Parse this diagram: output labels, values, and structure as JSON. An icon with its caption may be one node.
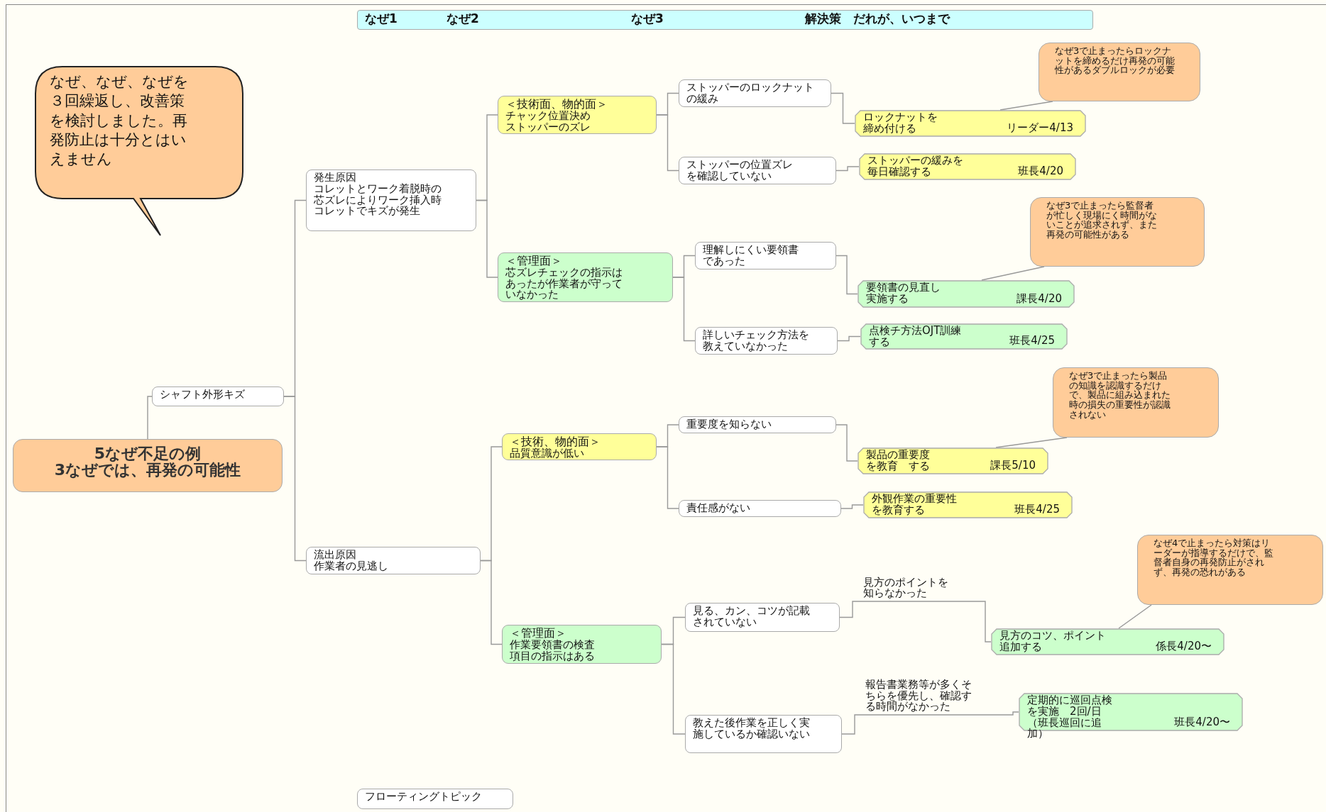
{
  "diagram": {
    "nodes": [
      {
        "text": [
          "なぜ1",
          "なぜ2",
          "なぜ3",
          "解決策　だれが、いつまで"
        ]
      },
      {
        "text": [
          "なぜ、なぜ、なぜを３回繰返し、改善策を検討しました。再発防止は十分とはいえません"
        ]
      },
      {
        "text": [
          "5なぜ不足の例",
          "3なぜでは、再発の可能性"
        ]
      },
      {
        "text": [
          "シャフト外形キズ"
        ]
      },
      {
        "text": [
          "発生原因",
          "コレットとワーク着脱時の芯ズレによりワーク挿入時コレットでキズが発生"
        ]
      },
      {
        "text": [
          "流出原因",
          "作業者の見逃し"
        ]
      },
      {
        "text": [
          "＜技術面、物的面＞",
          "チャック位置決めストッパーのズレ"
        ]
      },
      {
        "text": [
          "＜管理面＞",
          "芯ズレチェックの指示はあったが作業者が守っていなかった"
        ]
      },
      {
        "text": [
          "＜技術、物的面＞",
          "品質意識が低い"
        ]
      },
      {
        "text": [
          "＜管理面＞",
          "作業要領書の検査項目の指示はある"
        ]
      },
      {
        "text": [
          "ストッパーのロックナットの緩み"
        ]
      },
      {
        "text": [
          "ストッパーの位置ズレを確認していない"
        ]
      },
      {
        "text": [
          "理解しにくい要領書であった"
        ]
      },
      {
        "text": [
          "詳しいチェック方法を教えていなかった"
        ]
      },
      {
        "text": [
          "重要度を知らない"
        ]
      },
      {
        "text": [
          "責任感がない"
        ]
      },
      {
        "text": [
          "見る、カン、コツが記載されていない"
        ]
      },
      {
        "text": [
          "教えた後作業を正しく実施しているか確認いない"
        ]
      },
      {
        "text": [
          "ロックナットを締め付ける",
          "リーダー4/13"
        ]
      },
      {
        "text": [
          "ストッパーの緩みを毎日確認する",
          "班長4/20"
        ]
      },
      {
        "text": [
          "要領書の見直し実施する",
          "課長4/20"
        ]
      },
      {
        "text": [
          "点検チ方法OJT訓練する",
          "班長4/25"
        ]
      },
      {
        "text": [
          "製品の重要度を教育　する",
          "課長5/10"
        ]
      },
      {
        "text": [
          "外観作業の重要性を教育する",
          "班長4/25"
        ]
      },
      {
        "text": [
          "見方のコツ、ポイント追加する",
          "係長4/20〜"
        ]
      },
      {
        "text": [
          "定期的に巡回点検を実施　2回/日（班長巡回に追加）",
          "班長4/20〜"
        ]
      },
      {
        "text": [
          "なぜ3で止まったらロックナットを締めるだけ再発の可能性があるダブルロックが必要"
        ]
      },
      {
        "text": [
          "なぜ3で止まったら監督者が忙しく現場にく時間がないことが追求されず、また再発の可能性がある"
        ]
      },
      {
        "text": [
          "なぜ3で止まったら製品の知識を認識するだけで、製品に組み込まれた時の損失の重要性が認識されない"
        ]
      },
      {
        "text": [
          "なぜ4で止まったら対策はリーダーが指導するだけで、監督者自身の再発防止がされず、再発の恐れがある"
        ]
      },
      {
        "text": [
          "フローティングトピック"
        ]
      }
    ],
    "edges": [
      {
        "from": 2,
        "to": 3,
        "arrow": "none"
      },
      {
        "from": 3,
        "to": 4,
        "arrow": "none"
      },
      {
        "from": 3,
        "to": 5,
        "arrow": "none"
      },
      {
        "from": 4,
        "to": 6,
        "arrow": "none"
      },
      {
        "from": 4,
        "to": 7,
        "arrow": "none"
      },
      {
        "from": 5,
        "to": 8,
        "arrow": "none"
      },
      {
        "from": 5,
        "to": 9,
        "arrow": "none"
      },
      {
        "from": 6,
        "to": 10,
        "arrow": "none"
      },
      {
        "from": 6,
        "to": 11,
        "arrow": "none"
      },
      {
        "from": 7,
        "to": 12,
        "arrow": "none"
      },
      {
        "from": 7,
        "to": 13,
        "arrow": "none"
      },
      {
        "from": 8,
        "to": 14,
        "arrow": "none"
      },
      {
        "from": 8,
        "to": 15,
        "arrow": "none"
      },
      {
        "from": 9,
        "to": 16,
        "arrow": "none"
      },
      {
        "from": 9,
        "to": 17,
        "arrow": "none"
      },
      {
        "from": 10,
        "to": 18,
        "arrow": "none"
      },
      {
        "from": 11,
        "to": 19,
        "arrow": "none"
      },
      {
        "from": 12,
        "to": 20,
        "arrow": "none"
      },
      {
        "from": 13,
        "to": 21,
        "arrow": "none"
      },
      {
        "from": 14,
        "to": 22,
        "arrow": "none"
      },
      {
        "from": 15,
        "to": 23,
        "arrow": "none"
      },
      {
        "from": 16,
        "to": 24,
        "arrow": "none",
        "label": "見方のポイントを知らなかった"
      },
      {
        "from": 17,
        "to": 25,
        "arrow": "none",
        "label": "報告書業務等が多くそちらを優先し、確認する時間がなかった"
      },
      {
        "from": 26,
        "to": 18,
        "arrow": "none"
      },
      {
        "from": 27,
        "to": 20,
        "arrow": "none"
      },
      {
        "from": 28,
        "to": 22,
        "arrow": "none"
      },
      {
        "from": 29,
        "to": 24,
        "arrow": "none"
      }
    ]
  }
}
